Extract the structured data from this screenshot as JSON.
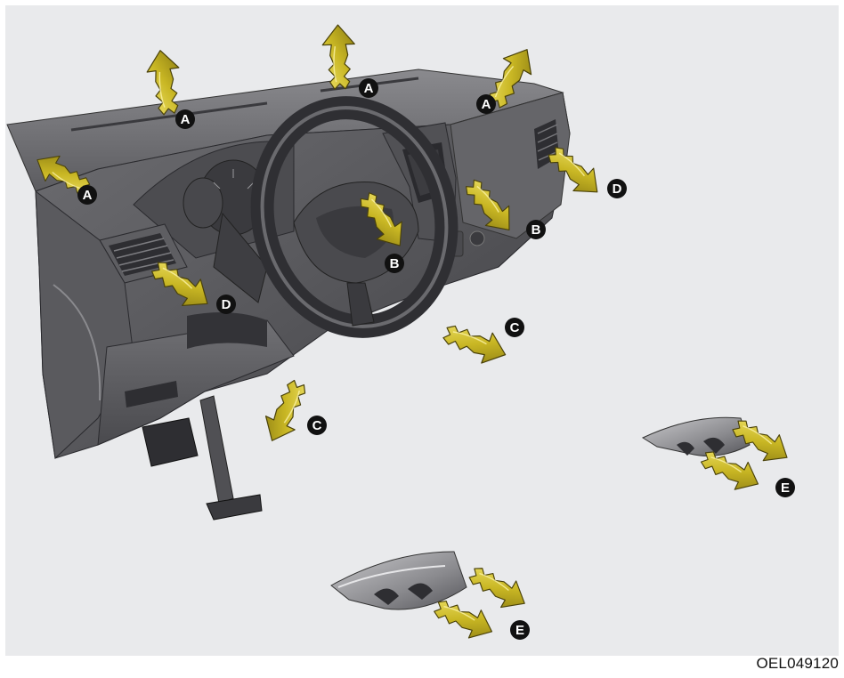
{
  "figure": {
    "code": "OEL049120",
    "background_color": "#e9eaec",
    "arrow_color": "#c8b622"
  },
  "callouts": {
    "a": "A",
    "b": "B",
    "c": "C",
    "d": "D",
    "e": "E"
  },
  "parts": {
    "dashboard": "car-dashboard",
    "steering_wheel": "steering-wheel",
    "rear_vent_right": "rear-floor-vent",
    "rear_vent_left": "rear-floor-vent"
  }
}
